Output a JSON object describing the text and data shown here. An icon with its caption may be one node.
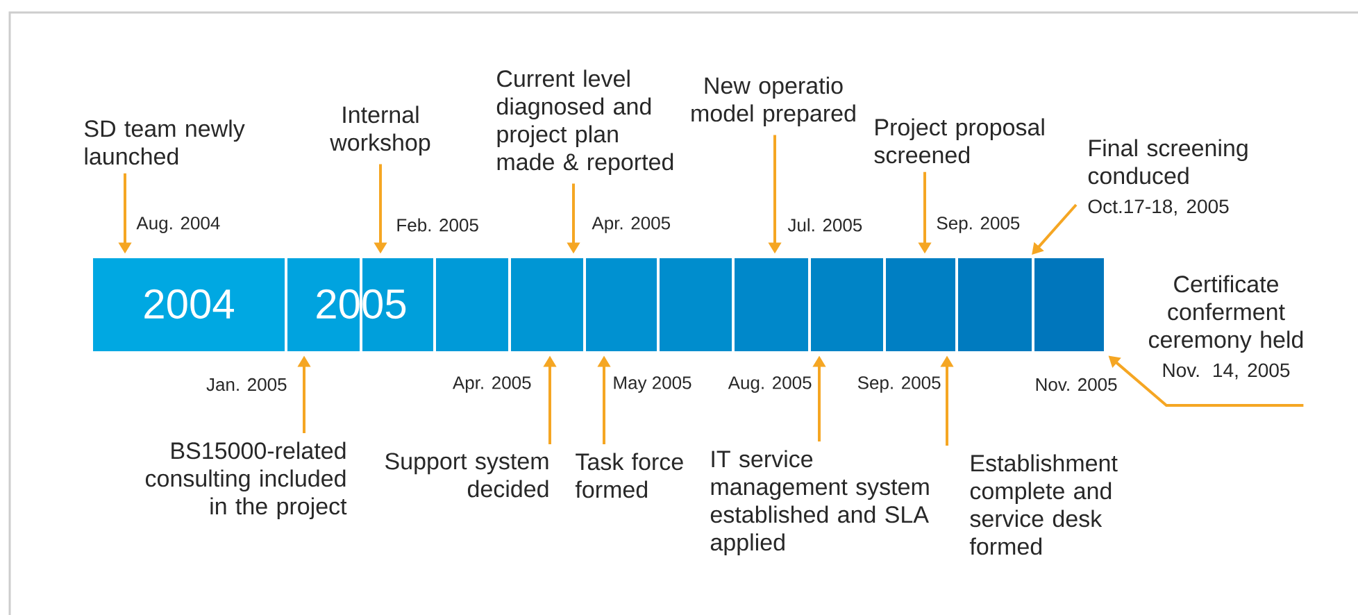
{
  "diagram": {
    "nodes": [
      {
        "text": [
          "2004",
          "2005"
        ]
      },
      {
        "text": [
          "SD team newly launched"
        ]
      },
      {
        "text": [
          "Internal workshop"
        ]
      },
      {
        "text": [
          "Current level diagnosed and project plan made & reported"
        ]
      },
      {
        "text": [
          "New operatio model prepared"
        ]
      },
      {
        "text": [
          "Project proposal screened"
        ]
      },
      {
        "text": [
          "Final screening conduced",
          "Oct.17-18, 2005"
        ]
      },
      {
        "text": [
          "BS15000-related consulting included in the project"
        ]
      },
      {
        "text": [
          "Support system decided"
        ]
      },
      {
        "text": [
          "Task force formed"
        ]
      },
      {
        "text": [
          "IT service management system established and SLA applied"
        ]
      },
      {
        "text": [
          "Establishment complete and service desk formed"
        ]
      },
      {
        "text": [
          "Certificate conferment ceremony held",
          "Nov. 14, 2005"
        ]
      }
    ],
    "edges": [
      {
        "from": 1,
        "to": 0,
        "arrow": "to"
      },
      {
        "from": 2,
        "to": 0,
        "arrow": "to"
      },
      {
        "from": 3,
        "to": 0,
        "arrow": "to"
      },
      {
        "from": 4,
        "to": 0,
        "arrow": "to"
      },
      {
        "from": 5,
        "to": 0,
        "arrow": "to"
      },
      {
        "from": 6,
        "to": 0,
        "arrow": "to"
      },
      {
        "from": 7,
        "to": 0,
        "arrow": "to"
      },
      {
        "from": 8,
        "to": 0,
        "arrow": "to"
      },
      {
        "from": 9,
        "to": 0,
        "arrow": "to"
      },
      {
        "from": 10,
        "to": 0,
        "arrow": "to"
      },
      {
        "from": 11,
        "to": 0,
        "arrow": "to"
      },
      {
        "from": 12,
        "to": 0,
        "arrow": "to"
      }
    ],
    "labels": [
      "Aug. 2004",
      "Feb. 2005",
      "Apr. 2005",
      "Jul. 2005",
      "Sep. 2005",
      "Jan. 2005",
      "Apr. 2005",
      "May 2005",
      "Aug. 2005",
      "Sep. 2005",
      "Nov. 2005"
    ]
  }
}
